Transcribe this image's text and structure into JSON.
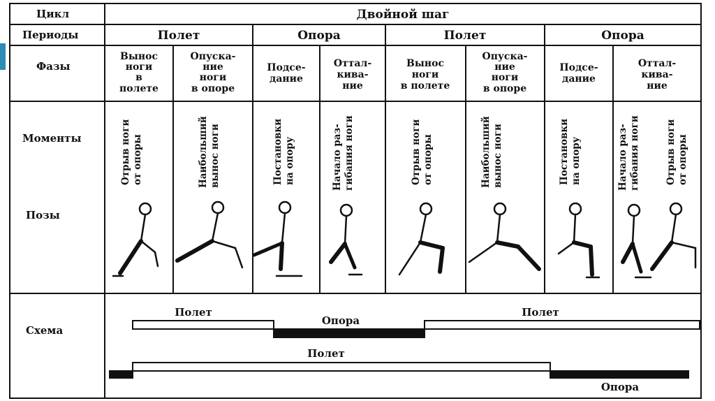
{
  "rows": {
    "cycle_label": "Цикл",
    "periods_label": "Периоды",
    "phases_label": "Фазы",
    "moments_label": "Моменты",
    "poses_label": "Позы",
    "scheme_label": "Схема"
  },
  "cycle_title": "Двойной шаг",
  "periods": [
    "Полет",
    "Опора",
    "Полет",
    "Опора"
  ],
  "phases": [
    [
      "Вынос",
      "ноги",
      "в",
      "полете"
    ],
    [
      "Опуска-",
      "ние",
      "ноги",
      "в опоре"
    ],
    [
      "Подсе-",
      "дание"
    ],
    [
      "Оттал-",
      "кива-",
      "ние"
    ],
    [
      "Вынос",
      "ноги",
      "в полете"
    ],
    [
      "Опуска-",
      "ние",
      "ноги",
      "в опоре"
    ],
    [
      "Подсе-",
      "дание"
    ],
    [
      "Оттал-",
      "кива-",
      "ние"
    ]
  ],
  "moments": [
    [
      "Отрыв ноги",
      "от опоры"
    ],
    [
      "Наибольший",
      "вынос ноги"
    ],
    [
      "Постановки",
      "на опору"
    ],
    [
      "Начало раз-",
      "гибания ноги"
    ],
    [
      "Отрыв ноги",
      "от опоры"
    ],
    [
      "Наибольший",
      "вынос ноги"
    ],
    [
      "Постановки",
      "на опору"
    ],
    [
      "Начало раз-",
      "гибания ноги"
    ],
    [
      "Отрыв ноги",
      "от опоры"
    ]
  ],
  "scheme": {
    "top_flight_1": "Полет",
    "top_support": "Опора",
    "top_flight_2": "Полет",
    "bottom_flight": "Полет",
    "bottom_support": "Опора"
  },
  "colors": {
    "accent": "#2e8bb5",
    "ink": "#111111"
  }
}
